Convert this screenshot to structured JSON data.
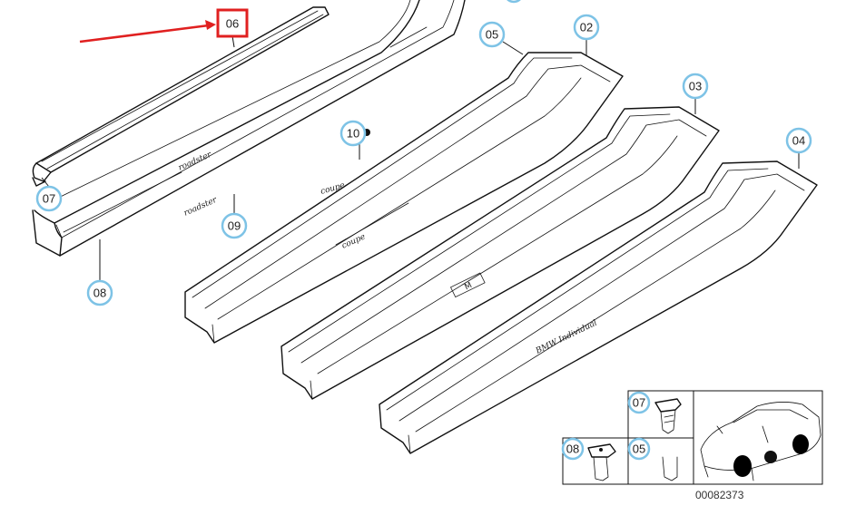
{
  "callouts": {
    "c06": "06",
    "c07": "07",
    "c08": "08",
    "c09": "09",
    "c10": "10",
    "c05": "05",
    "c02": "02",
    "c03": "03",
    "c04": "04"
  },
  "badges": {
    "roadster_on_sill": "roadster",
    "roadster_loose": "roadster",
    "coupe_loose": "coupe",
    "coupe_on_sill": "coupe",
    "m_logo": "M",
    "bmw_individual": "BMW Individual"
  },
  "inset": {
    "clip07": "07",
    "clip08": "08",
    "clip05": "05"
  },
  "drawing_number": "00082373",
  "colors": {
    "highlight_box": "#e02020",
    "arrow": "#e02020",
    "callout_ring": "#7ec3e6"
  }
}
